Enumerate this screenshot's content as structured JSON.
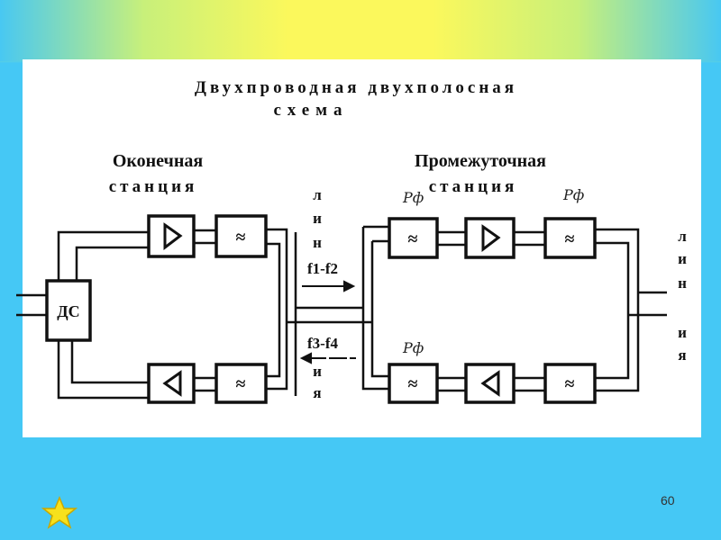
{
  "slide": {
    "title_line1": "Двухпроводная двухполосная",
    "title_line2": "схема",
    "page_number": "60",
    "nav_icon": "star-icon"
  },
  "diagram": {
    "terminal_station": {
      "line1": "Оконечная",
      "line2": "станция"
    },
    "intermediate_station": {
      "line1": "Промежуточная",
      "line2": "станция"
    },
    "differential_system": "ДС",
    "line_label_left_top": [
      "л",
      "и",
      "н"
    ],
    "line_label_left_bottom": [
      "и",
      "я"
    ],
    "line_label_right_top": [
      "л",
      "и",
      "н"
    ],
    "line_label_right_bottom": [
      "и",
      "я"
    ],
    "forward_band": "f1-f2",
    "reverse_band": "f3-f4",
    "filter_symbol": "≈",
    "handwritten_notes": [
      "Рф",
      "Рф",
      "Рф"
    ]
  }
}
